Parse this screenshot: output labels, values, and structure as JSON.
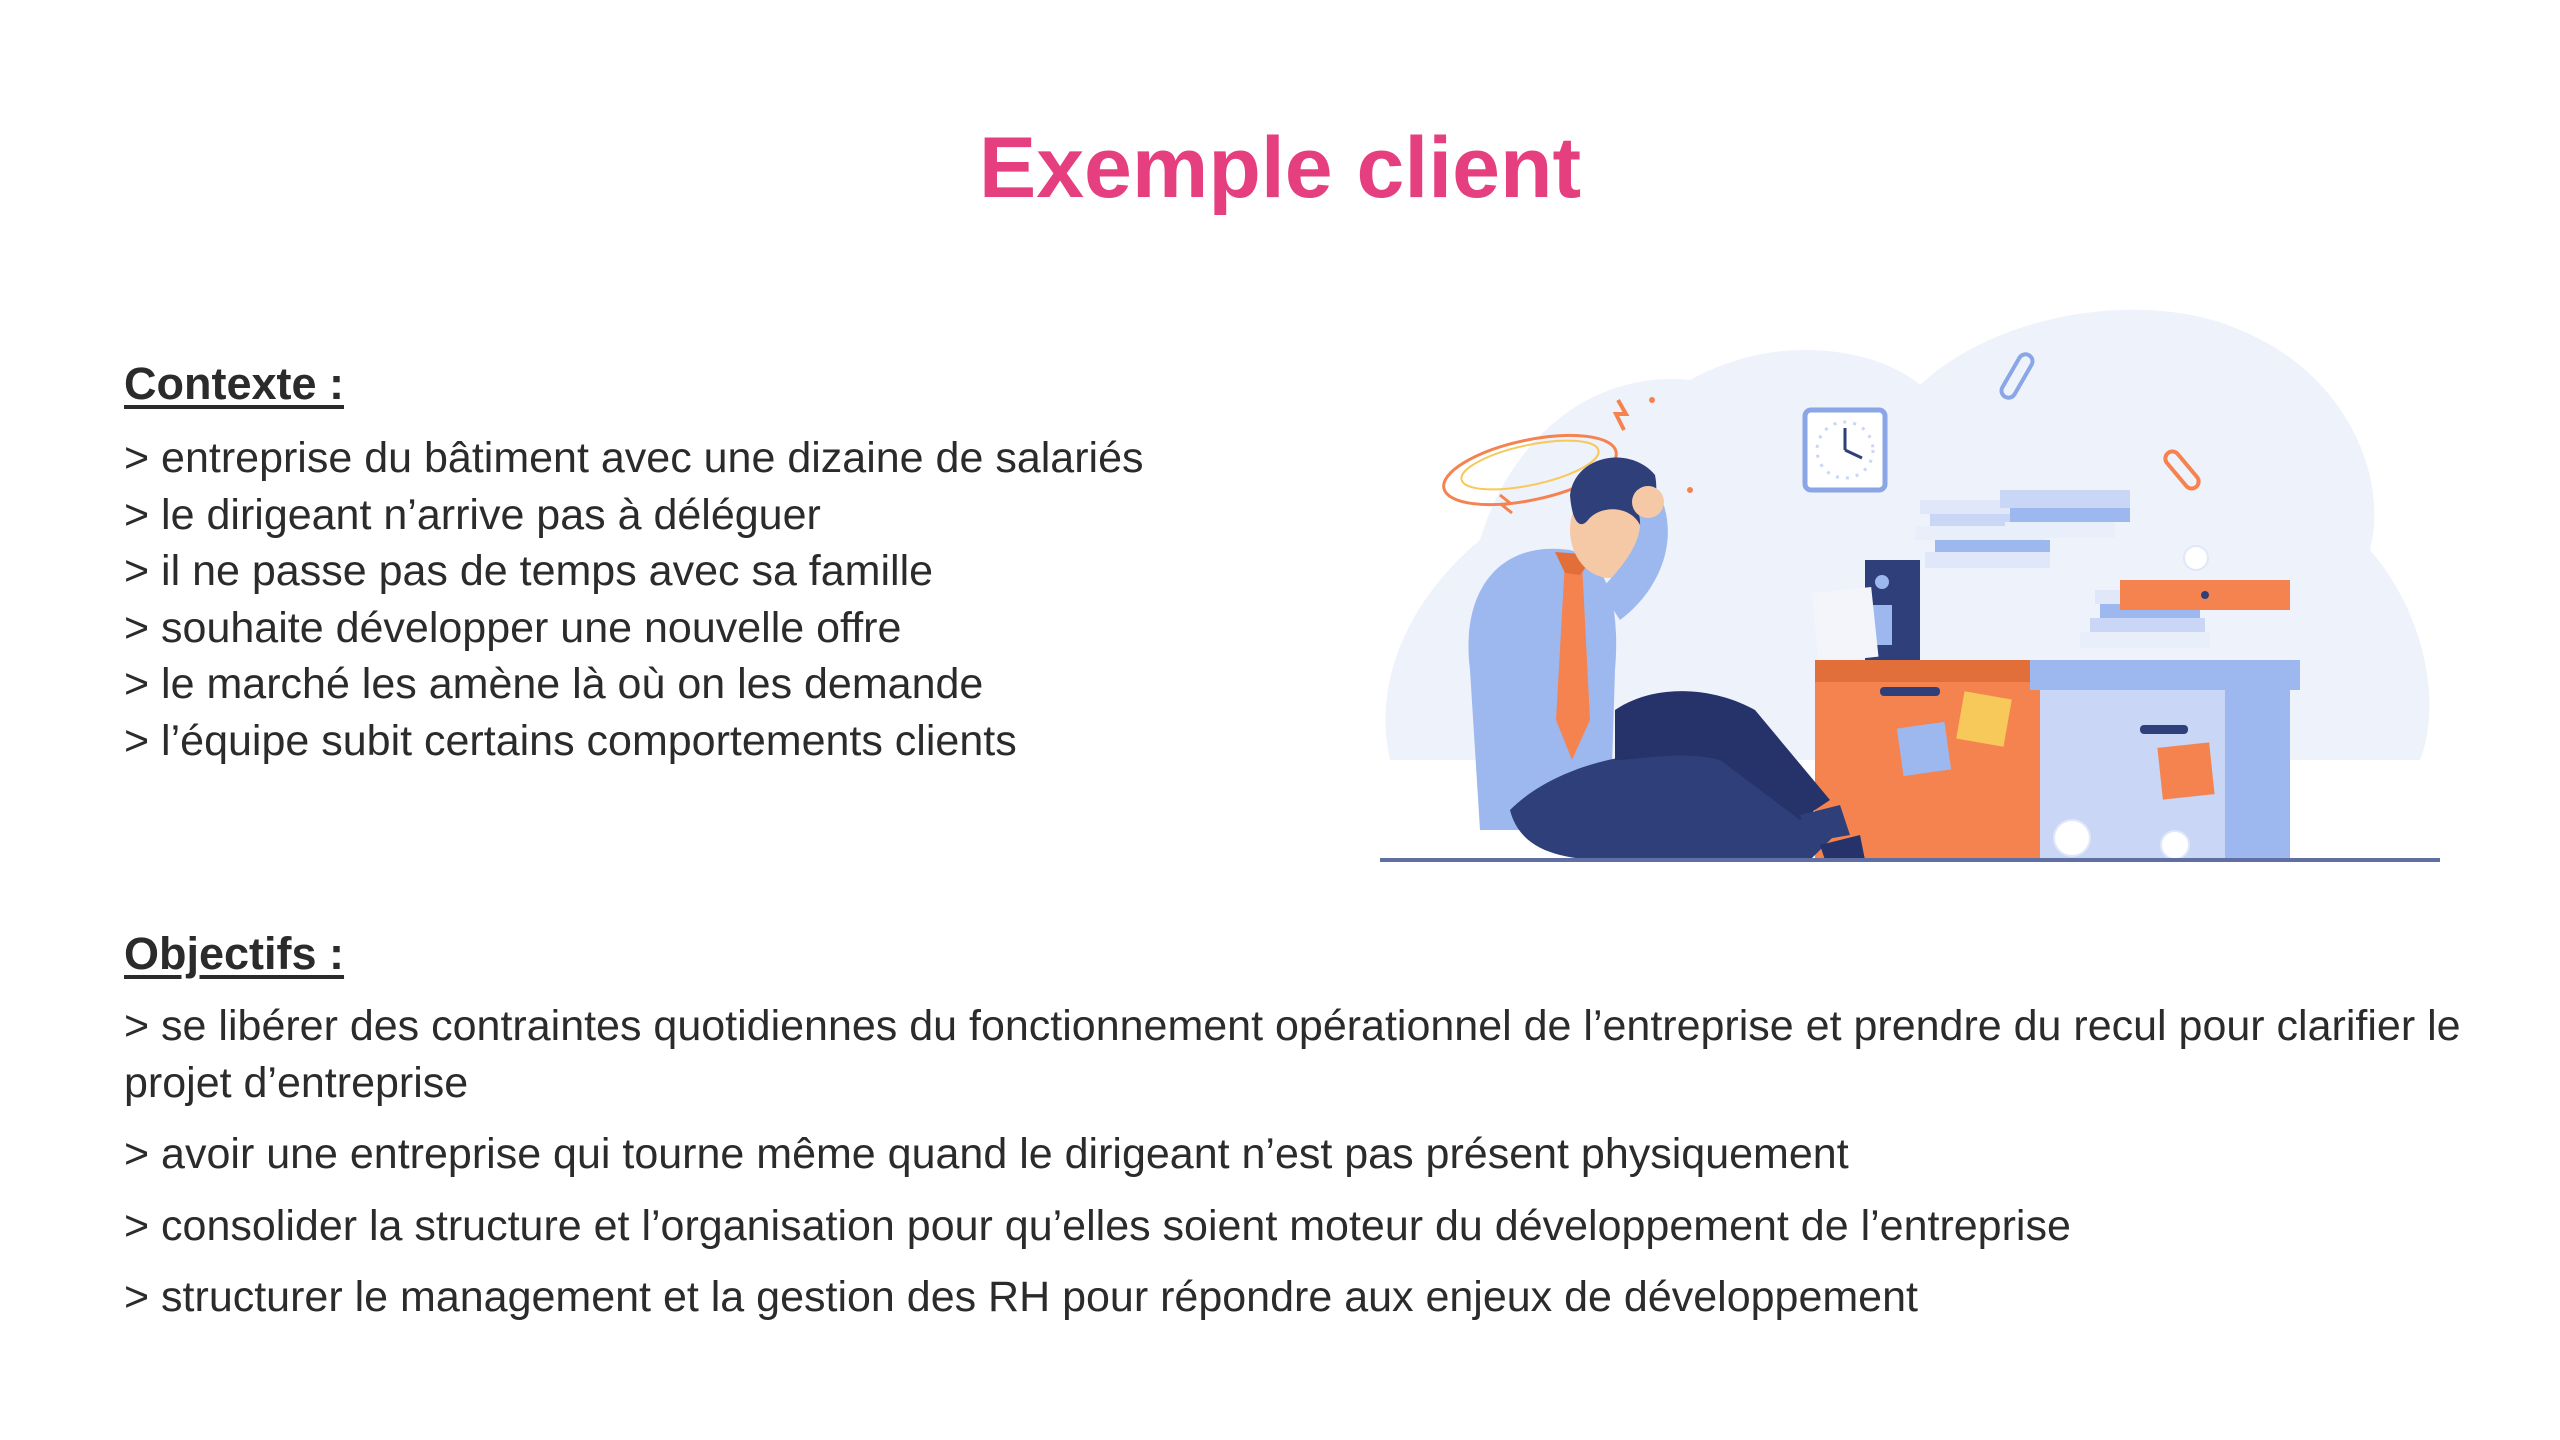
{
  "title": "Exemple client",
  "context": {
    "heading": "Contexte :",
    "items": [
      "> entreprise du bâtiment avec une dizaine de salariés",
      "> le dirigeant n’arrive pas à déléguer",
      "> il ne passe pas de temps avec sa famille",
      "> souhaite développer une nouvelle offre",
      "> le marché les amène là où on les demande",
      "> l’équipe subit certains comportements clients"
    ]
  },
  "objectives": {
    "heading": "Objectifs :",
    "items": [
      "> se libérer des contraintes quotidiennes du fonctionnement opérationnel de l’entreprise et prendre du recul pour clarifier le projet d’entreprise",
      "> avoir une entreprise qui tourne même quand le dirigeant n’est pas présent physiquement",
      "> consolider la structure et l’organisation pour qu’elles soient moteur du développement de l’entreprise",
      "> structurer le management et la gestion des RH pour répondre aux enjeux de développement"
    ]
  },
  "illustration": {
    "icon": "stressed-man-with-paperwork-illustration",
    "colors": {
      "accent": "#e63f7f",
      "orange": "#f5834f",
      "blue_light": "#9db8ef",
      "blue_dark": "#2f3f7a",
      "background_blob": "#eef2fb"
    }
  }
}
